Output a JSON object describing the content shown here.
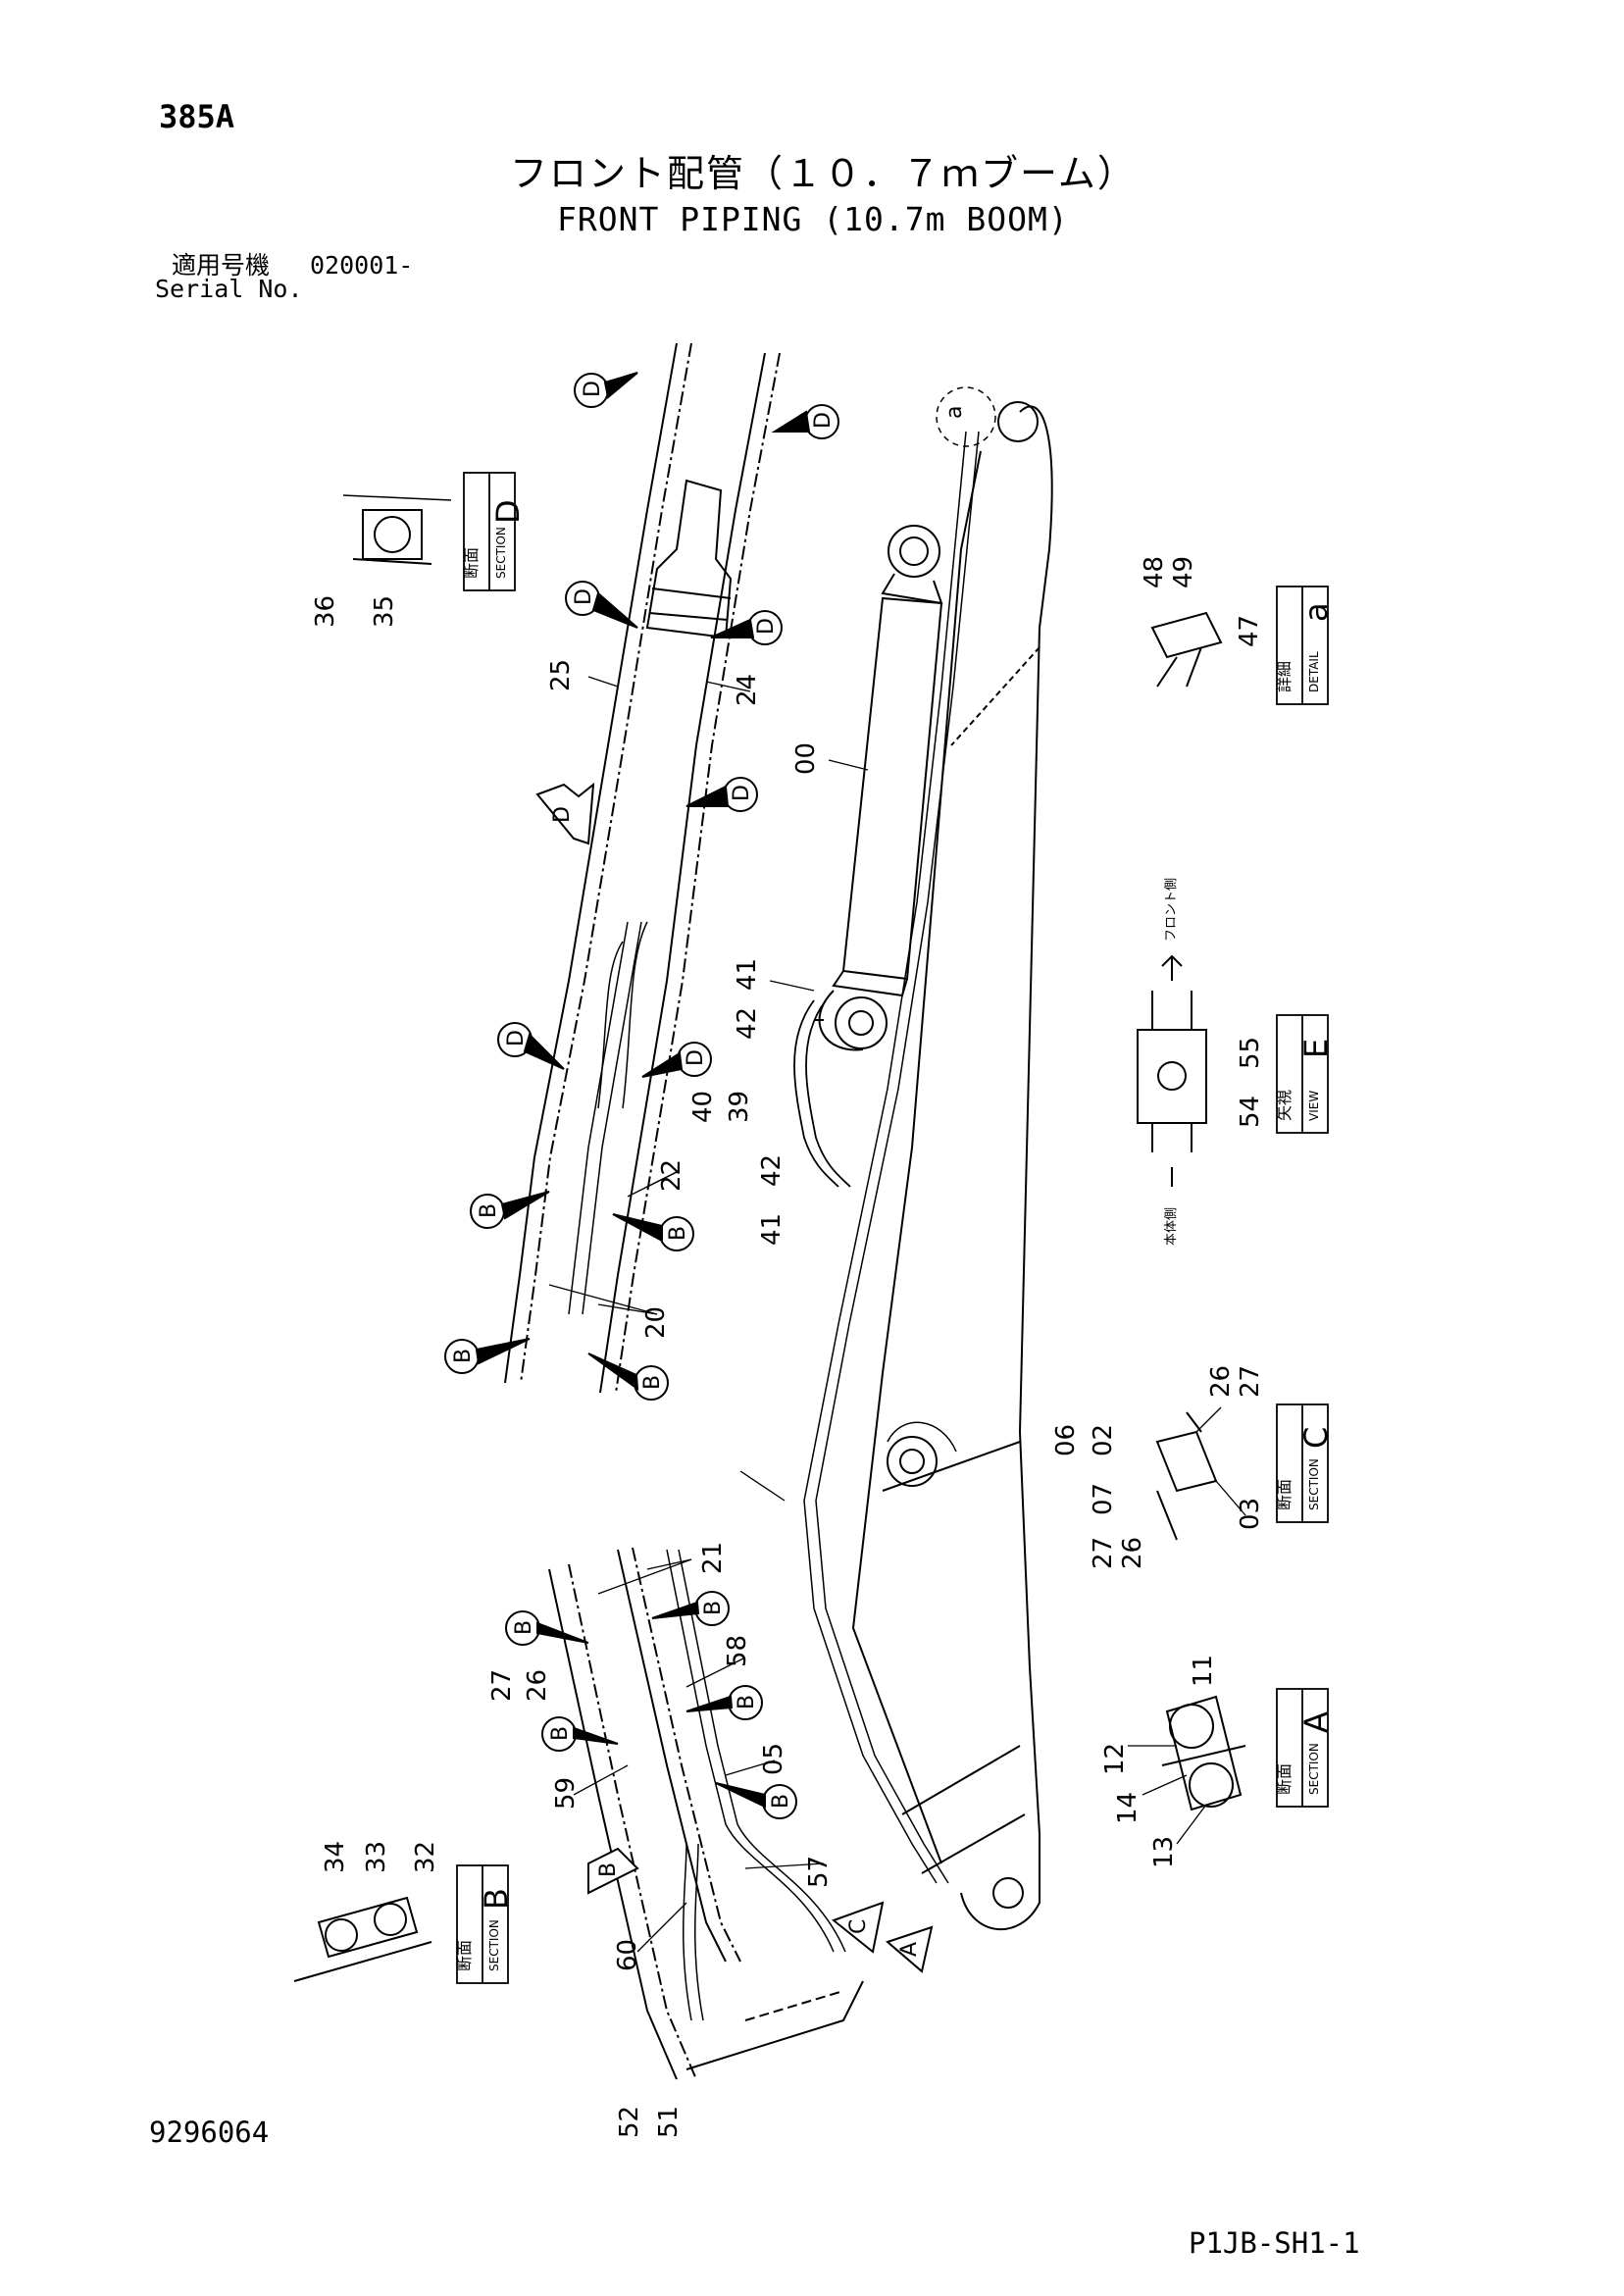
{
  "header": {
    "page_number": "385A",
    "title_jp": "フロント配管（１０．７ｍブーム）",
    "title_en": "FRONT PIPING (10.7m BOOM)",
    "serial_label_jp": "適用号機",
    "serial_value": "020001-",
    "serial_label_en": "Serial No."
  },
  "footer": {
    "doc_number": "9296064",
    "sheet_code": "P1JB-SH1-1"
  },
  "callouts": {
    "section_d": [
      "36",
      "35"
    ],
    "detail_a": [
      "48",
      "49",
      "47"
    ],
    "upper_pipes": [
      "25",
      "24",
      "00"
    ],
    "cylinder_hose": [
      "41",
      "42",
      "40",
      "39",
      "42",
      "41"
    ],
    "upper_clamps": [
      "22",
      "20"
    ],
    "view_e": [
      "55",
      "54"
    ],
    "section_c": [
      "06",
      "02",
      "07",
      "27",
      "26",
      "26",
      "27",
      "03"
    ],
    "lower_pipes": [
      "21",
      "58",
      "27",
      "26",
      "59",
      "05",
      "57",
      "60",
      "52",
      "51"
    ],
    "section_a": [
      "11",
      "12",
      "14",
      "13"
    ],
    "section_b": [
      "34",
      "33",
      "32"
    ]
  },
  "markers": {
    "d": "D",
    "b": "B",
    "a": "A",
    "c": "C",
    "detail_letter": "a"
  },
  "view_boxes": {
    "section_d": {
      "jp": "断面",
      "en": "SECTION",
      "letter": "D"
    },
    "detail_a": {
      "jp": "詳細",
      "en": "DETAIL",
      "letter": "a"
    },
    "view_e": {
      "jp": "矢視",
      "en": "VIEW",
      "letter": "E"
    },
    "section_c": {
      "jp": "断面",
      "en": "SECTION",
      "letter": "C"
    },
    "section_a": {
      "jp": "断面",
      "en": "SECTION",
      "letter": "A"
    },
    "section_b": {
      "jp": "断面",
      "en": "SECTION",
      "letter": "B"
    }
  },
  "view_e_notes": {
    "top": "フロント側",
    "bottom": "本体側"
  }
}
